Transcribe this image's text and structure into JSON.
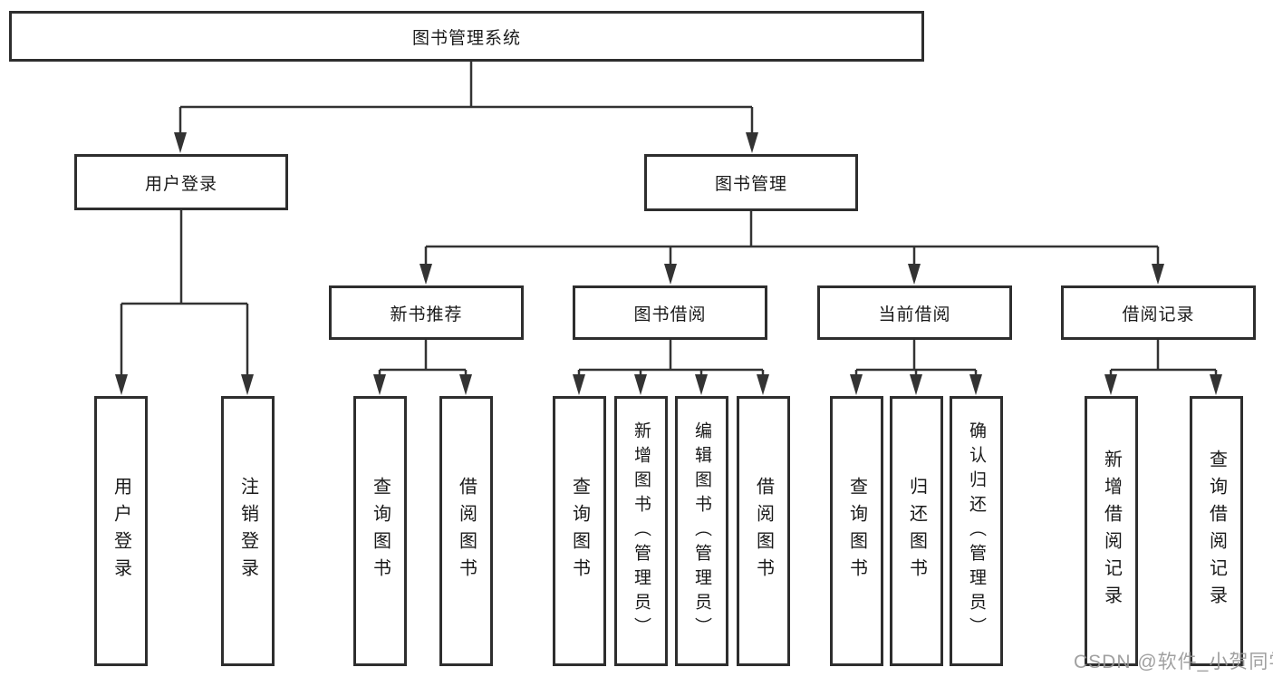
{
  "tree": {
    "label": "图书管理系统",
    "children": [
      {
        "label": "用户登录",
        "children": [
          {
            "label": "用户登录"
          },
          {
            "label": "注销登录"
          }
        ]
      },
      {
        "label": "图书管理",
        "children": [
          {
            "label": "新书推荐",
            "children": [
              {
                "label": "查询图书"
              },
              {
                "label": "借阅图书"
              }
            ]
          },
          {
            "label": "图书借阅",
            "children": [
              {
                "label": "查询图书"
              },
              {
                "label": "新增图书（管理员）"
              },
              {
                "label": "编辑图书（管理员）"
              },
              {
                "label": "借阅图书"
              }
            ]
          },
          {
            "label": "当前借阅",
            "children": [
              {
                "label": "查询图书"
              },
              {
                "label": "归还图书"
              },
              {
                "label": "确认归还（管理员）"
              }
            ]
          },
          {
            "label": "借阅记录",
            "children": [
              {
                "label": "新增借阅记录"
              },
              {
                "label": "查询借阅记录"
              }
            ]
          }
        ]
      }
    ]
  },
  "watermark": "CSDN @软件_小贺同学",
  "colors": {
    "line": "#333333",
    "box_border": "#2e2e2e",
    "box_fill": "#ffffff",
    "text": "#1a1a1a",
    "watermark": "#969696",
    "background": "#ffffff"
  }
}
